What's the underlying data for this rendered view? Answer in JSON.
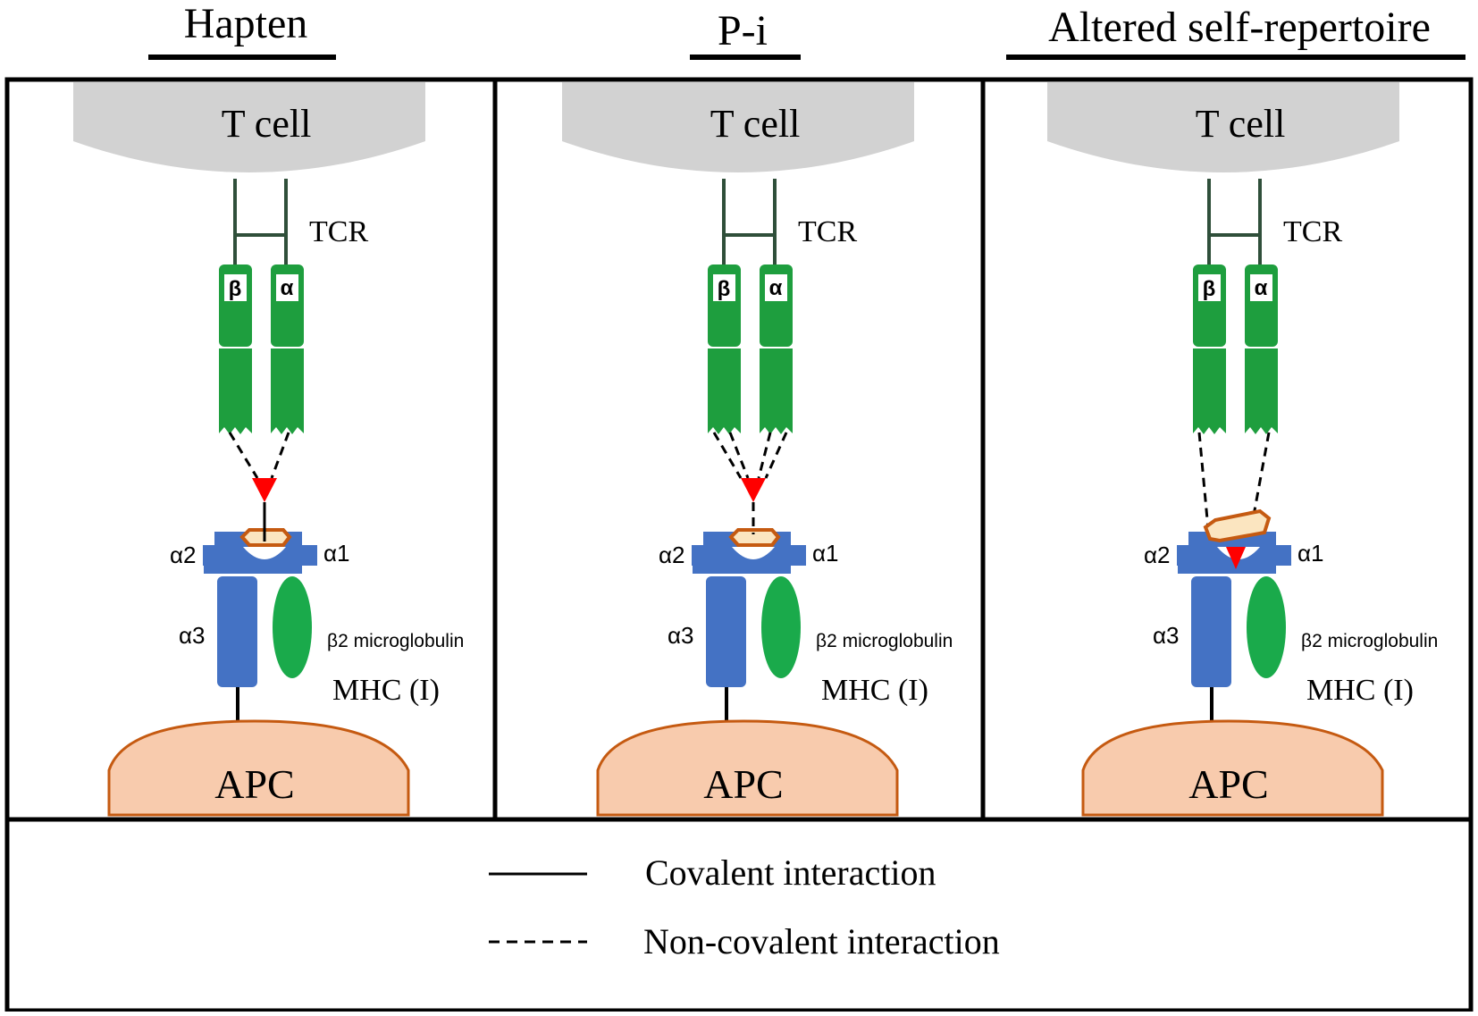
{
  "panels": [
    {
      "id": "hapten",
      "title": "Hapten",
      "mode": "hapten"
    },
    {
      "id": "pi",
      "title": "P-i",
      "mode": "pi"
    },
    {
      "id": "altered",
      "title": "Altered self-repertoire",
      "mode": "altered"
    }
  ],
  "labels": {
    "tcell": "T cell",
    "tcr": "TCR",
    "beta": "β",
    "alpha": "α",
    "alpha1": "α1",
    "alpha2": "α2",
    "alpha3": "α3",
    "b2m": "β2 microglobulin",
    "mhc": "MHC (I)",
    "apc": "APC"
  },
  "legend": {
    "covalent": "Covalent interaction",
    "noncovalent": "Non-covalent interaction"
  },
  "colors": {
    "tcell_fill": "#d2d2d2",
    "tcr_stem": "#2f4f3a",
    "tcr_chain": "#1e9e3e",
    "mhc_blue": "#4472c4",
    "b2m_green": "#1aaa4b",
    "peptide_fill": "#fbe5c0",
    "peptide_edge": "#c55a11",
    "drug_red": "#ff0000",
    "apc_fill": "#f8cbad",
    "apc_edge": "#c55a11"
  }
}
